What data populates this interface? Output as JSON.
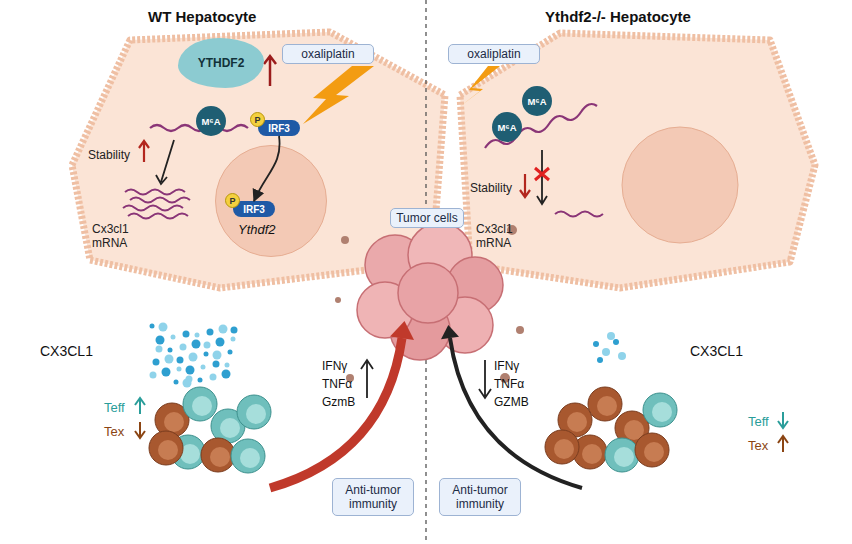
{
  "diagram": {
    "nodes": [
      {
        "text": [
          "WT Hepatocyte"
        ]
      },
      {
        "text": [
          "YTHDF2"
        ],
        "in": 0
      },
      {
        "text": [
          "M⁶A"
        ],
        "in": 0
      },
      {
        "text": [
          "IRF3"
        ],
        "in": 0
      },
      {
        "text": [
          "P"
        ],
        "in": 0
      },
      {
        "text": [
          "Ythdf2"
        ],
        "in": 0
      },
      {
        "text": [
          "IRF3"
        ],
        "in": 5
      },
      {
        "text": [
          "P"
        ],
        "in": 5
      },
      {
        "text": [
          "oxaliplatin"
        ]
      },
      {
        "text": [
          "Ythdf2-/- Hepatocyte"
        ]
      },
      {
        "text": [
          "M⁶A"
        ],
        "in": 9
      },
      {
        "text": [
          "M⁶A"
        ],
        "in": 9
      },
      {
        "text": [
          "oxaliplatin"
        ]
      },
      {
        "text": [
          "Tumor cells"
        ]
      },
      {
        "text": [
          "Anti-tumor immunity"
        ]
      },
      {
        "text": [
          "Anti-tumor immunity"
        ]
      }
    ],
    "edges": [
      {
        "from": 3,
        "to": 6,
        "arrow": "to"
      }
    ],
    "labels": [
      "Stability",
      "Cx3cl1 mRNA",
      "Stability",
      "Cx3cl1 mRNA",
      "CX3CL1",
      "CX3CL1",
      "Teff",
      "Tex",
      "Teff",
      "Tex",
      "IFNγ",
      "TNFα",
      "GzmB",
      "IFNγ",
      "TNFα",
      "GZMB"
    ]
  }
}
